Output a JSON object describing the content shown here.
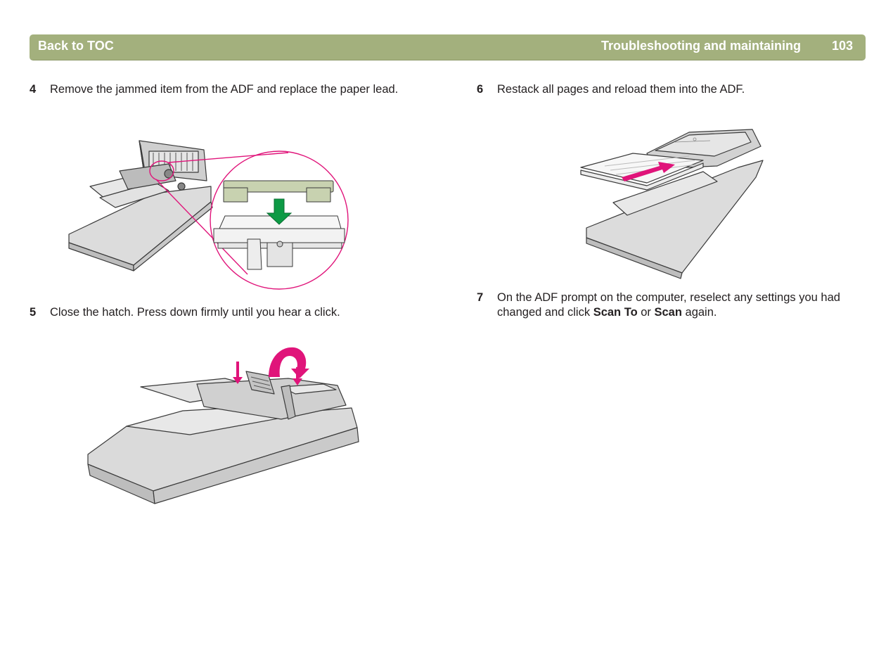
{
  "header": {
    "toc_label": "Back to TOC",
    "section_title": "Troubleshooting and maintaining",
    "page_number": "103"
  },
  "steps": [
    {
      "number": "4",
      "text": "Remove the jammed item from the ADF and replace the paper lead."
    },
    {
      "number": "5",
      "text": "Close the hatch. Press down firmly until you hear a click."
    },
    {
      "number": "6",
      "text": "Restack all pages and reload them into the ADF."
    },
    {
      "number": "7",
      "text_before": "On the ADF prompt on the computer, reselect any settings you had changed and click ",
      "bold_1": "Scan To",
      "text_middle": " or ",
      "bold_2": "Scan",
      "text_after": " again."
    }
  ],
  "colors": {
    "header_bg": "#a3b07d",
    "accent_magenta": "#e0147a",
    "accent_green": "#0d9a45",
    "scanner_gray": "#d6d6d6"
  }
}
